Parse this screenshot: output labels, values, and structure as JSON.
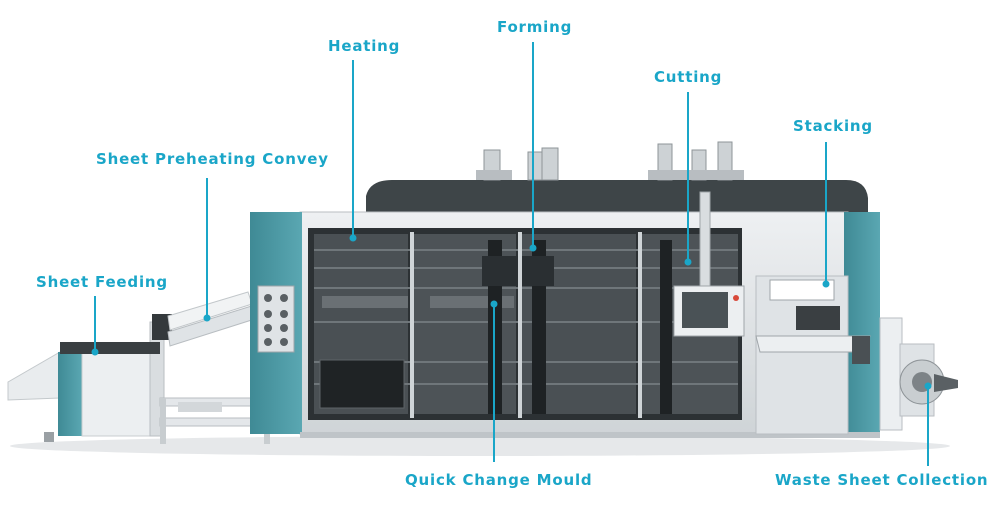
{
  "labels": {
    "heating": "Heating",
    "forming": "Forming",
    "cutting": "Cutting",
    "stacking": "Stacking",
    "sheet_preheating": "Sheet Preheating Convey",
    "sheet_feeding": "Sheet Feeding",
    "quick_change_mould": "Quick Change Mould",
    "waste_sheet_collection": "Waste Sheet Collection"
  },
  "colors": {
    "label": "#1aa6c8",
    "accent_panel": "#4e98a3",
    "frame": "#dfe3e6",
    "canopy": "#3e4548",
    "window": "#2c3134"
  }
}
